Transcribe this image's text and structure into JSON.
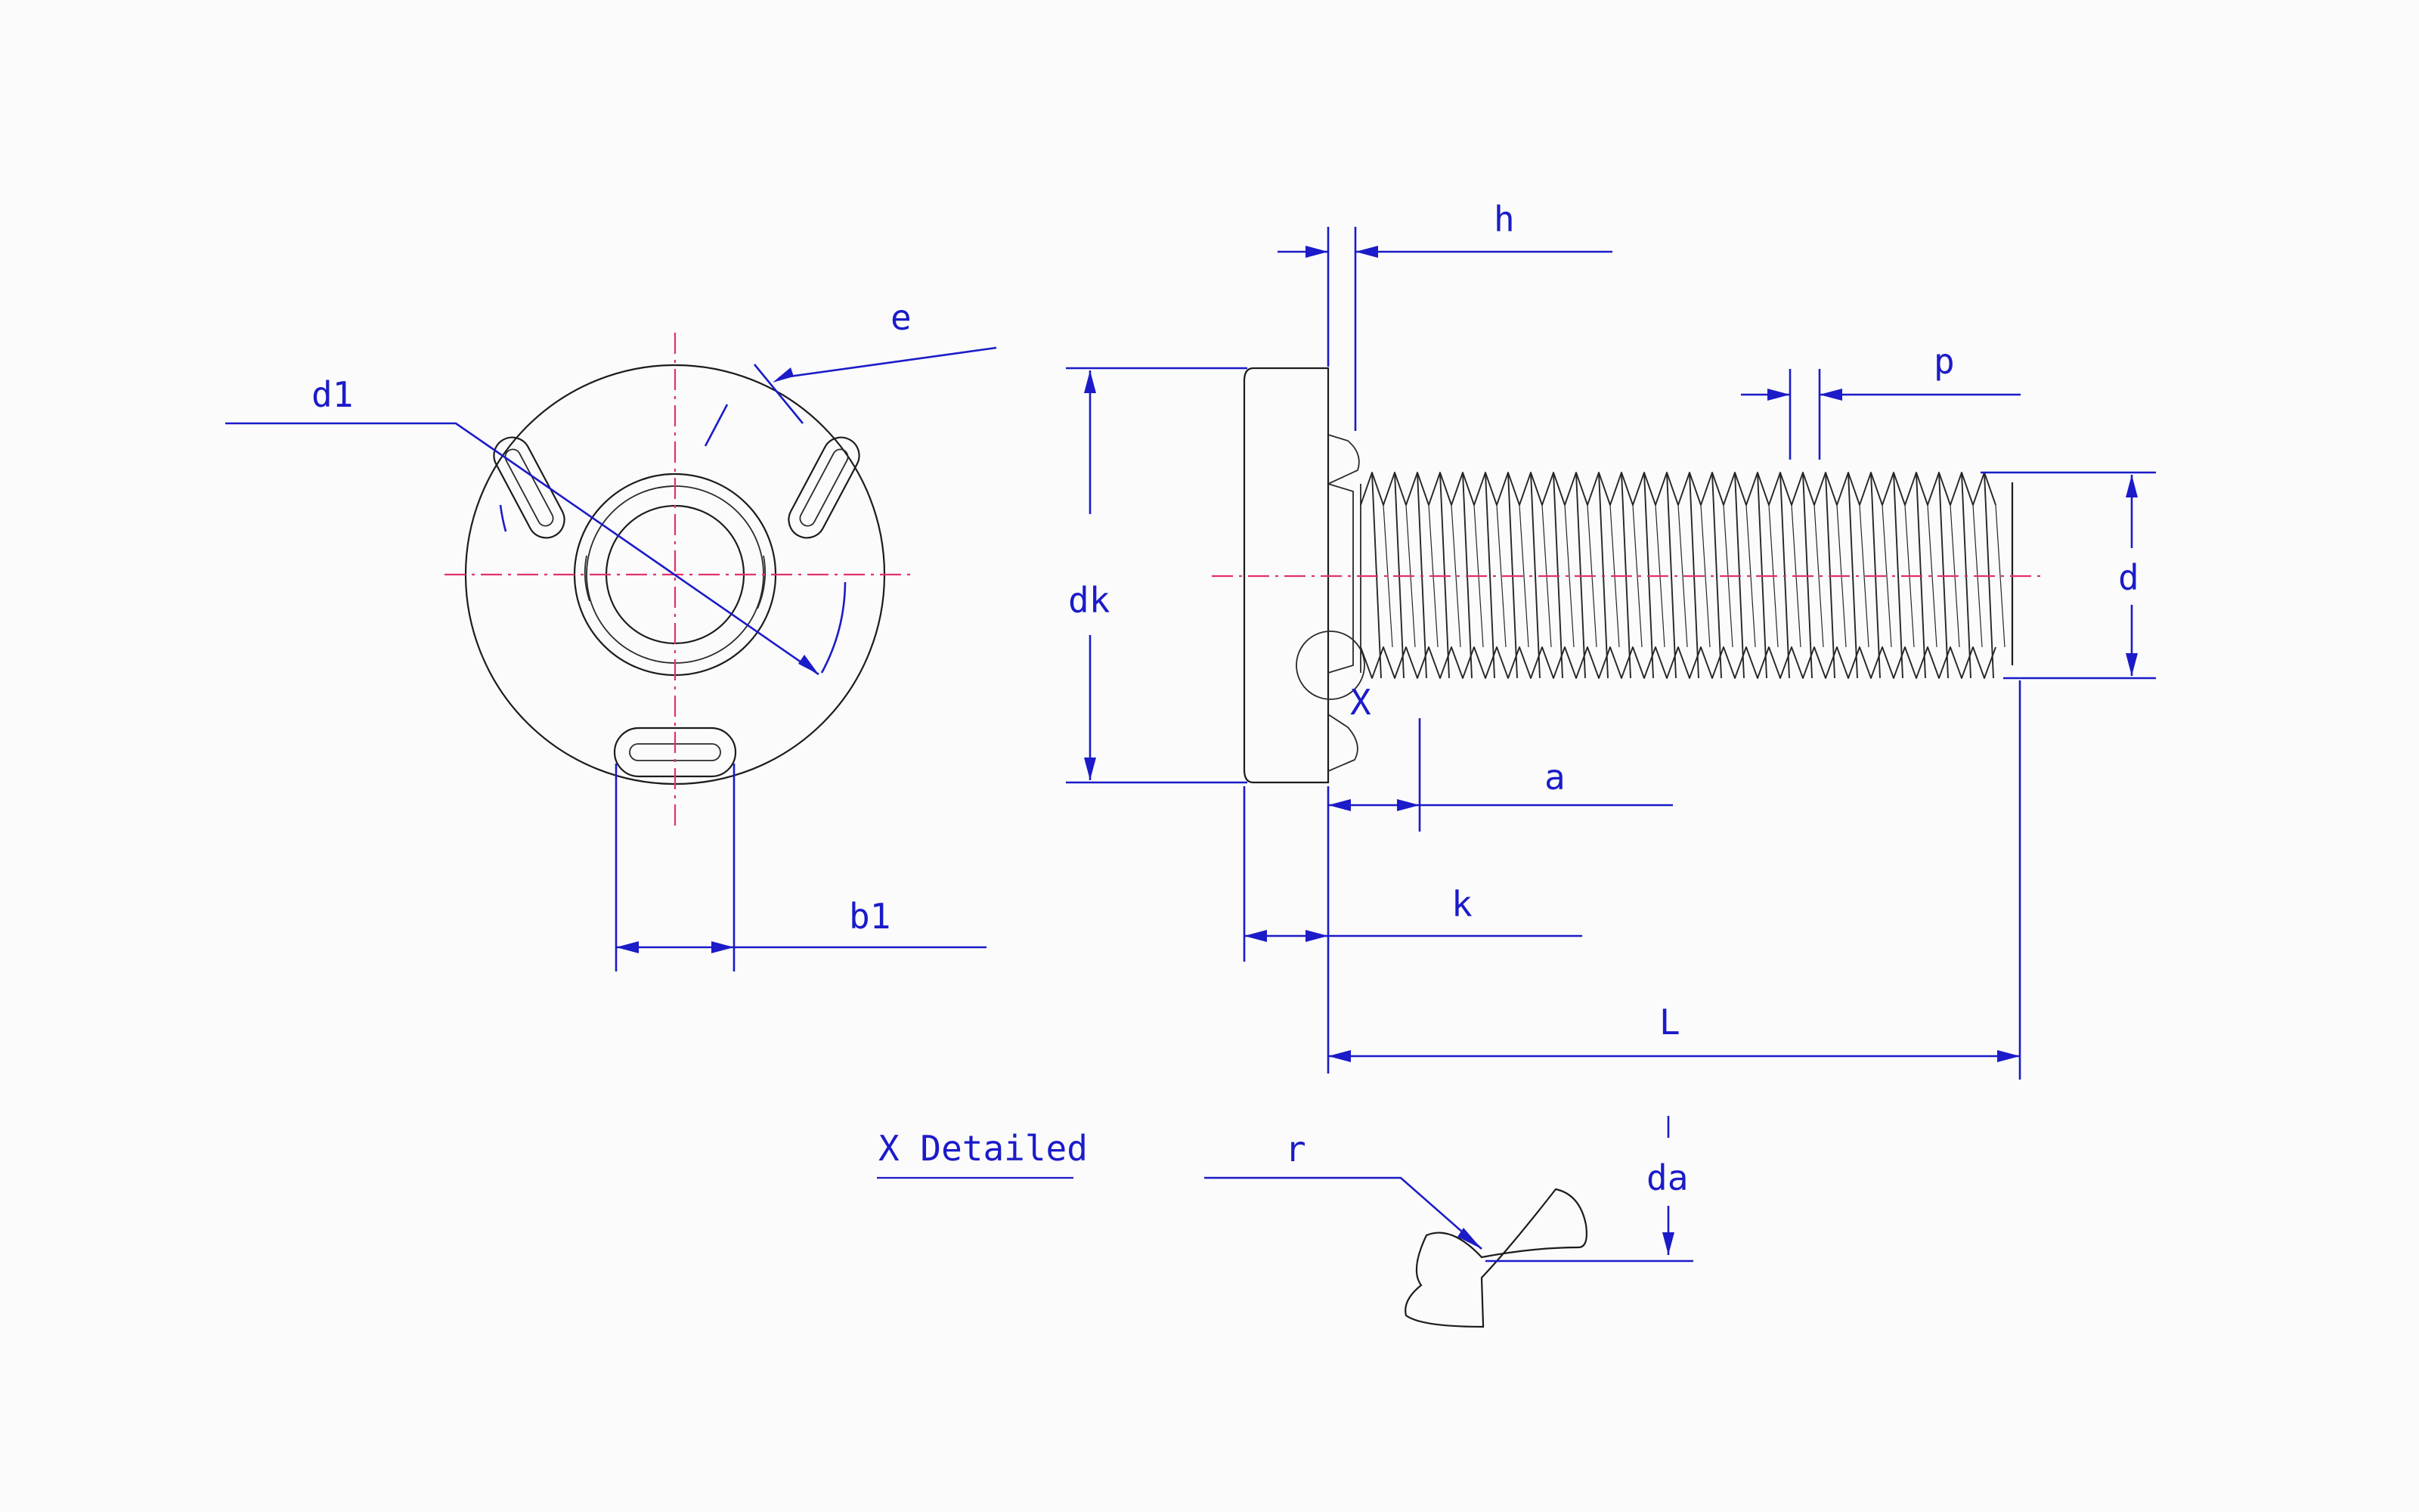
{
  "labels": {
    "h": "h",
    "e": "e",
    "d1": "d1",
    "p": "p",
    "dk": "dk",
    "d": "d",
    "x": "X",
    "a": "a",
    "b1": "b1",
    "k": "k",
    "L": "L",
    "detail_title": "X Detailed",
    "r": "r",
    "da": "da"
  },
  "colors": {
    "dimension": "#1b1bc9",
    "centerline": "#e0336a",
    "outline": "#1c1c1c",
    "background": "#fbfbfb"
  }
}
